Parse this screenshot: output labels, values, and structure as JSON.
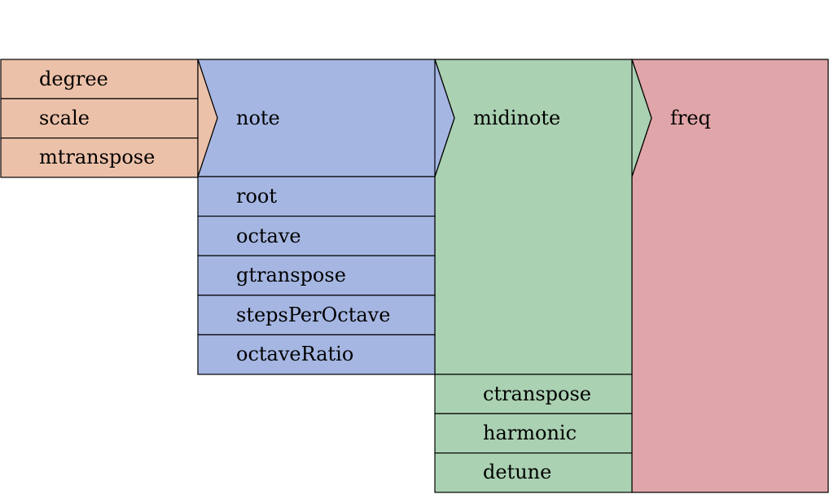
{
  "colors": {
    "orange": "#ecc1a9",
    "blue": "#a5b6e2",
    "green": "#aad1b2",
    "red": "#e0a5a8",
    "stroke": "#000000"
  },
  "groups": {
    "degree_group": {
      "labels": [
        "degree",
        "scale",
        "mtranspose"
      ]
    },
    "note": {
      "label": "note",
      "inputs": [
        "root",
        "octave",
        "gtranspose",
        "stepsPerOctave",
        "octaveRatio"
      ]
    },
    "midinote": {
      "label": "midinote",
      "inputs": [
        "ctranspose",
        "harmonic",
        "detune"
      ]
    },
    "freq": {
      "label": "freq"
    }
  }
}
